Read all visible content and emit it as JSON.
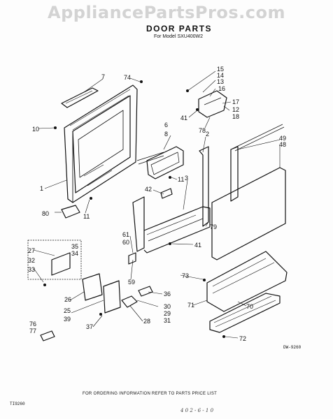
{
  "watermark": "AppliancePartsPros.com",
  "title": "DOOR PARTS",
  "subtitle": "For Model SXU400W2",
  "diagram_code": "DW-9260",
  "side_code": "TI9260",
  "footer": "FOR ORDERING INFORMATION REFER TO PARTS PRICE LIST",
  "handwritten_note": "4 0 2 - 6 - 1 0",
  "callouts": [
    "1",
    "2",
    "3",
    "6",
    "7",
    "8",
    "10",
    "11",
    "11",
    "12",
    "13",
    "14",
    "15",
    "16",
    "17",
    "18",
    "25",
    "26",
    "27",
    "28",
    "29",
    "30",
    "31",
    "32",
    "33",
    "34",
    "35",
    "36",
    "37",
    "39",
    "41",
    "41",
    "42",
    "48",
    "49",
    "59",
    "60",
    "61",
    "70",
    "71",
    "72",
    "73",
    "74",
    "76",
    "77",
    "78",
    "79",
    "80"
  ]
}
